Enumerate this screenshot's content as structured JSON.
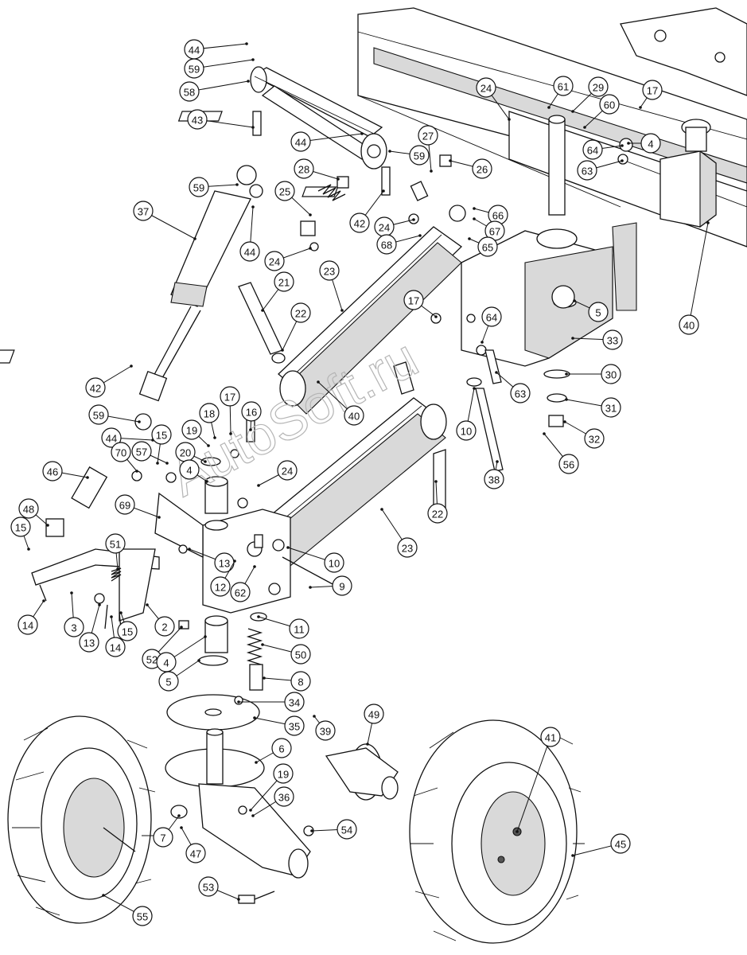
{
  "watermark": "AutoSoft.ru",
  "callouts": [
    {
      "id": "44",
      "label": "44"
    },
    {
      "id": "59",
      "label": "59"
    },
    {
      "id": "58",
      "label": "58"
    },
    {
      "id": "43",
      "label": "43"
    },
    {
      "id": "37",
      "label": "37"
    },
    {
      "id": "42",
      "label": "42"
    },
    {
      "id": "59b",
      "label": "59"
    },
    {
      "id": "44b",
      "label": "44"
    },
    {
      "id": "44c",
      "label": "44"
    },
    {
      "id": "59c",
      "label": "59"
    },
    {
      "id": "28",
      "label": "28"
    },
    {
      "id": "25",
      "label": "25"
    },
    {
      "id": "24",
      "label": "24"
    },
    {
      "id": "42b",
      "label": "42"
    },
    {
      "id": "27",
      "label": "27"
    },
    {
      "id": "26",
      "label": "26"
    },
    {
      "id": "24b",
      "label": "24"
    },
    {
      "id": "68",
      "label": "68"
    },
    {
      "id": "66",
      "label": "66"
    },
    {
      "id": "67",
      "label": "67"
    },
    {
      "id": "65",
      "label": "65"
    },
    {
      "id": "24c",
      "label": "24"
    },
    {
      "id": "61",
      "label": "61"
    },
    {
      "id": "29",
      "label": "29"
    },
    {
      "id": "60",
      "label": "60"
    },
    {
      "id": "17",
      "label": "17"
    },
    {
      "id": "4",
      "label": "4"
    },
    {
      "id": "64",
      "label": "64"
    },
    {
      "id": "63",
      "label": "63"
    },
    {
      "id": "40",
      "label": "40"
    },
    {
      "id": "5",
      "label": "5"
    },
    {
      "id": "33",
      "label": "33"
    },
    {
      "id": "21",
      "label": "21"
    },
    {
      "id": "23",
      "label": "23"
    },
    {
      "id": "17b",
      "label": "17"
    },
    {
      "id": "22",
      "label": "22"
    },
    {
      "id": "64b",
      "label": "64"
    },
    {
      "id": "63b",
      "label": "63"
    },
    {
      "id": "30",
      "label": "30"
    },
    {
      "id": "31",
      "label": "31"
    },
    {
      "id": "32",
      "label": "32"
    },
    {
      "id": "56",
      "label": "56"
    },
    {
      "id": "10",
      "label": "10"
    },
    {
      "id": "38",
      "label": "38"
    },
    {
      "id": "40b",
      "label": "40"
    },
    {
      "id": "22b",
      "label": "22"
    },
    {
      "id": "23b",
      "label": "23"
    },
    {
      "id": "17c",
      "label": "17"
    },
    {
      "id": "18",
      "label": "18"
    },
    {
      "id": "19",
      "label": "19"
    },
    {
      "id": "16",
      "label": "16"
    },
    {
      "id": "59d",
      "label": "59"
    },
    {
      "id": "44d",
      "label": "44"
    },
    {
      "id": "15",
      "label": "15"
    },
    {
      "id": "70",
      "label": "70"
    },
    {
      "id": "57",
      "label": "57"
    },
    {
      "id": "20",
      "label": "20"
    },
    {
      "id": "4b",
      "label": "4"
    },
    {
      "id": "24d",
      "label": "24"
    },
    {
      "id": "46",
      "label": "46"
    },
    {
      "id": "69",
      "label": "69"
    },
    {
      "id": "48",
      "label": "48"
    },
    {
      "id": "15b",
      "label": "15"
    },
    {
      "id": "51",
      "label": "51"
    },
    {
      "id": "13",
      "label": "13"
    },
    {
      "id": "12",
      "label": "12"
    },
    {
      "id": "62",
      "label": "62"
    },
    {
      "id": "10b",
      "label": "10"
    },
    {
      "id": "9",
      "label": "9"
    },
    {
      "id": "14",
      "label": "14"
    },
    {
      "id": "3",
      "label": "3"
    },
    {
      "id": "13b",
      "label": "13"
    },
    {
      "id": "14b",
      "label": "14"
    },
    {
      "id": "15c",
      "label": "15"
    },
    {
      "id": "2",
      "label": "2"
    },
    {
      "id": "11",
      "label": "11"
    },
    {
      "id": "52",
      "label": "52"
    },
    {
      "id": "4c",
      "label": "4"
    },
    {
      "id": "50",
      "label": "50"
    },
    {
      "id": "5b",
      "label": "5"
    },
    {
      "id": "8",
      "label": "8"
    },
    {
      "id": "34",
      "label": "34"
    },
    {
      "id": "35",
      "label": "35"
    },
    {
      "id": "39",
      "label": "39"
    },
    {
      "id": "49",
      "label": "49"
    },
    {
      "id": "41",
      "label": "41"
    },
    {
      "id": "6",
      "label": "6"
    },
    {
      "id": "19b",
      "label": "19"
    },
    {
      "id": "36",
      "label": "36"
    },
    {
      "id": "7",
      "label": "7"
    },
    {
      "id": "47",
      "label": "47"
    },
    {
      "id": "54",
      "label": "54"
    },
    {
      "id": "45",
      "label": "45"
    },
    {
      "id": "53",
      "label": "53"
    },
    {
      "id": "55",
      "label": "55"
    }
  ]
}
